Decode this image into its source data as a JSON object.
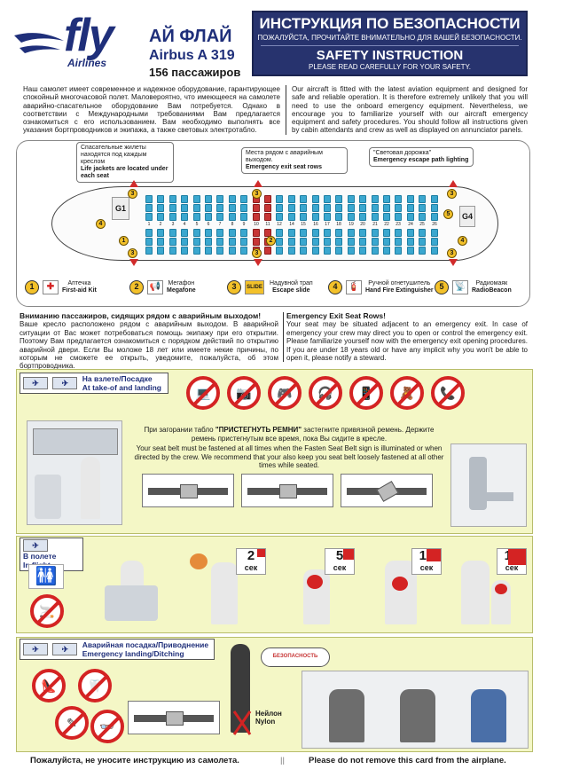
{
  "header": {
    "logo_text": "fly",
    "logo_subtext": "Airlines",
    "brand_ru": "АЙ ФЛАЙ",
    "aircraft": "Airbus A 319",
    "passengers": "156 пассажиров",
    "title_ru": "ИНСТРУКЦИЯ ПО БЕЗОПАСНОСТИ",
    "subtitle_ru": "ПОЖАЛУЙСТА, ПРОЧИТАЙТЕ ВНИМАТЕЛЬНО ДЛЯ ВАШЕЙ БЕЗОПАСНОСТИ.",
    "title_en": "SAFETY INSTRUCTION",
    "subtitle_en": "PLEASE READ CAREFULLY FOR YOUR SAFETY."
  },
  "intro": {
    "ru": "Наш самолет имеет современное и надежное оборудование, гарантирующее спокойный многочасовой полет. Маловероятно, что имеющееся на самолете аварийно-спасательное оборудование Вам потребуется. Однако в соответствии с Международными требованиями Вам предлагается ознакомиться с его использованием. Вам необходимо выполнять все указания бортпроводников и экипажа, а также световых электротабло.",
    "en": "Our aircraft is fitted with the latest aviation equipment and designed for safe and reliable operation. It is therefore extremely unlikely that you will need to use the onboard emergency equipment. Nevertheless, we encourage you to familiarize yourself with our aircraft emergency equipment and safety procedures. You should follow all instructions given by cabin attendants and crew as well as displayed on annunciator panels."
  },
  "seatmap": {
    "callout_lifevest_ru": "Спасательные жилеты находятся под каждым креслом",
    "callout_lifevest_en": "Life jackets are located under each seat",
    "callout_exitrow_ru": "Места рядом с аварийным выходом.",
    "callout_exitrow_en": "Emergency exit seat rows",
    "callout_path_ru": "\"Световая дорожка\"",
    "callout_path_en": "Emergency escape path lighting",
    "galley_front": "G1",
    "galley_rear": "G4",
    "row_numbers": [
      "1",
      "2",
      "3",
      "4",
      "5",
      "6",
      "7",
      "8",
      "9",
      "10",
      "11",
      "12",
      "14",
      "15",
      "16",
      "17",
      "18",
      "19",
      "20",
      "21",
      "22",
      "23",
      "24",
      "25",
      "26"
    ],
    "exit_rows": [
      "10",
      "11"
    ]
  },
  "legend": [
    {
      "num": "1",
      "icon": "first-aid-icon",
      "glyph": "✚",
      "ru": "Аптечка",
      "en": "First-aid Kit"
    },
    {
      "num": "2",
      "icon": "megaphone-icon",
      "glyph": "📢",
      "ru": "Мегафон",
      "en": "Megafone"
    },
    {
      "num": "3",
      "icon": "slide-icon",
      "glyph": "SLIDE",
      "ru": "Надувной трап",
      "en": "Escape slide"
    },
    {
      "num": "4",
      "icon": "extinguisher-icon",
      "glyph": "🧯",
      "ru": "Ручной огнетушитель",
      "en": "Hand Fire Extinguisher"
    },
    {
      "num": "5",
      "icon": "radio-beacon-icon",
      "glyph": "📡",
      "ru": "Радиомаяк",
      "en": "RadioBeacon"
    }
  ],
  "exit_warning": {
    "ru_head": "Вниманию пассажиров, сидящих рядом с аварийным выходом!",
    "ru_body": "Ваше кресло расположено рядом с аварийным выходом. В аварийной ситуации от Вас может потребоваться помощь экипажу при его открытии. Поэтому Вам предлагается ознакомиться с порядком действий по открытию аварийной двери. Если Вы моложе 18 лет или имеете некие причины, по которым не сможете ее открыть, уведомите, пожалуйста, об этом бортпроводника.",
    "en_head": "Emergency Exit Seat Rows!",
    "en_body": "Your seat may be situated adjacent to an emergency exit. In case of emergency your crew may direct you to open or control the emergency exit. Please familiarize yourself now with the emergency exit opening procedures. If you are under 18 years old or have any implicit why you won't be able to open it, please notify a steward."
  },
  "takeoff": {
    "tag_ru": "На взлете/Посадке",
    "tag_en": "At take-of and landing",
    "prohibited": [
      "laptop-icon",
      "camera-icon",
      "video-game-icon",
      "music-player-icon",
      "mobile-phone-icon",
      "electronic-toy-icon",
      "cell-phone-icon"
    ],
    "belt_text_ru_1": "При загорании табло ",
    "belt_text_ru_bold": "\"ПРИСТЕГНУТЬ РЕМНИ\"",
    "belt_text_ru_2": " застегните привязной ремень. Держите ремень пристегнутым все время, пока Вы сидите в кресле.",
    "belt_text_en": "Your seat belt must be fastened at all times when the Fasten Seat Belt sign is illuminated or when directed by the crew. We recommend that your also keep you seat belt loosely fastened at all other times while seated."
  },
  "inflight": {
    "tag_ru": "В полете",
    "tag_en": "In flight",
    "timers": [
      {
        "value": "2",
        "unit": "сек"
      },
      {
        "value": "5",
        "unit": "сек"
      },
      {
        "value": "10",
        "unit": "сек"
      },
      {
        "value": "15",
        "unit": "сек"
      }
    ]
  },
  "landing": {
    "tag_ru": "Аварийная посадка/Приводнение",
    "tag_en": "Emergency landing/Ditching",
    "nylon_ru": "Нейлон",
    "nylon_en": "Nylon",
    "badge_text": "БЕЗОПАСНОСТЬ"
  },
  "footer": {
    "ru": "Пожалуйста, не уносите инструкцию из самолета.",
    "sep": "||",
    "en": "Please do not remove this card from the airplane."
  },
  "colors": {
    "brand_blue": "#1f2f7a",
    "seat_blue": "#3aa7cf",
    "exit_red": "#c73535",
    "panel_yellow": "#f4f7c6"
  }
}
